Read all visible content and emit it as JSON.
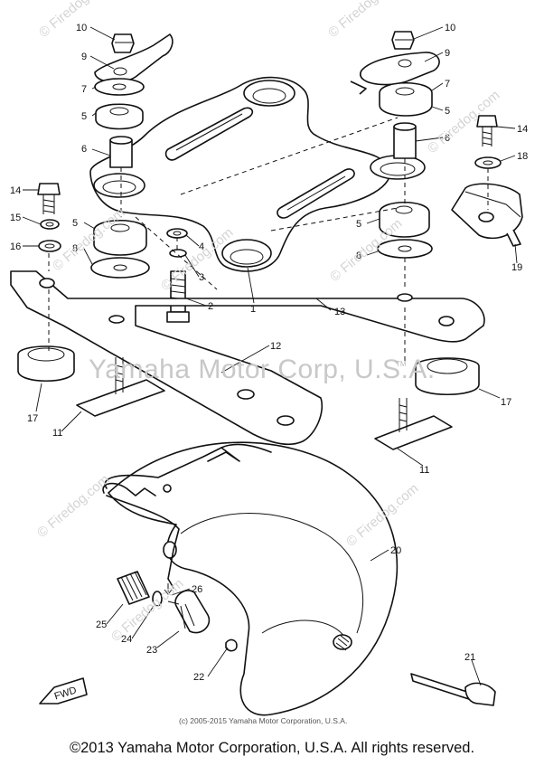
{
  "watermarks": [
    "© Firedog.com",
    "© Firedog.com",
    "© Firedog.com",
    "© Firedog.com",
    "© Firedog.com",
    "© Firedog.com",
    "© Firedog.com",
    "© Firedog.com",
    "© Firedog.com"
  ],
  "watermark_main": "Yamaha Motor Corp, U.S.A.",
  "tm": "TM",
  "fine_print": "(c) 2005-2015 Yamaha Motor Corporation, U.S.A.",
  "copyright": "©2013 Yamaha Motor Corporation, U.S.A. All rights reserved.",
  "front_arrow": "FWD",
  "callouts": [
    "10",
    "9",
    "7",
    "5",
    "6",
    "14",
    "15",
    "16",
    "5",
    "8",
    "4",
    "3",
    "2",
    "1",
    "10",
    "9",
    "7",
    "5",
    "6",
    "14",
    "18",
    "19",
    "5",
    "8",
    "13",
    "12",
    "17",
    "11",
    "17",
    "11",
    "20",
    "26",
    "25",
    "24",
    "23",
    "22",
    "21"
  ]
}
